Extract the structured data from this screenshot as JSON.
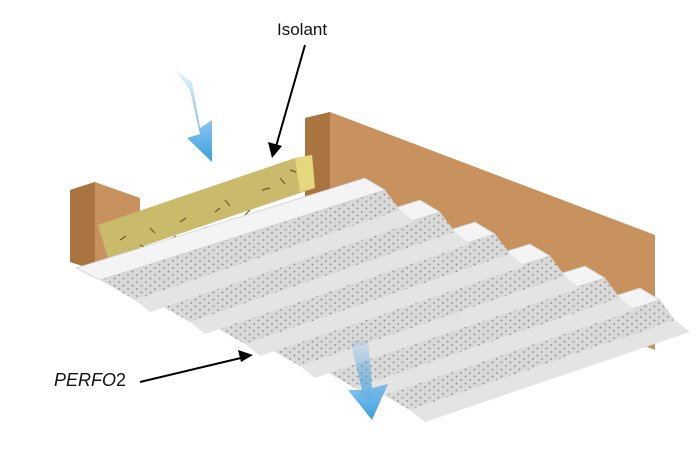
{
  "labels": {
    "insulation": "Isolant",
    "panel_name": "PERFO",
    "panel_suffix": "2"
  },
  "colors": {
    "wood": "#c8925e",
    "wood_dark": "#a9743f",
    "insulation": "#c9bb6b",
    "panel": "#f2f2f2",
    "perforated": "#d6d6d6",
    "airflow_arrow": "#3a9fe0"
  },
  "panel_rib_count": 6
}
